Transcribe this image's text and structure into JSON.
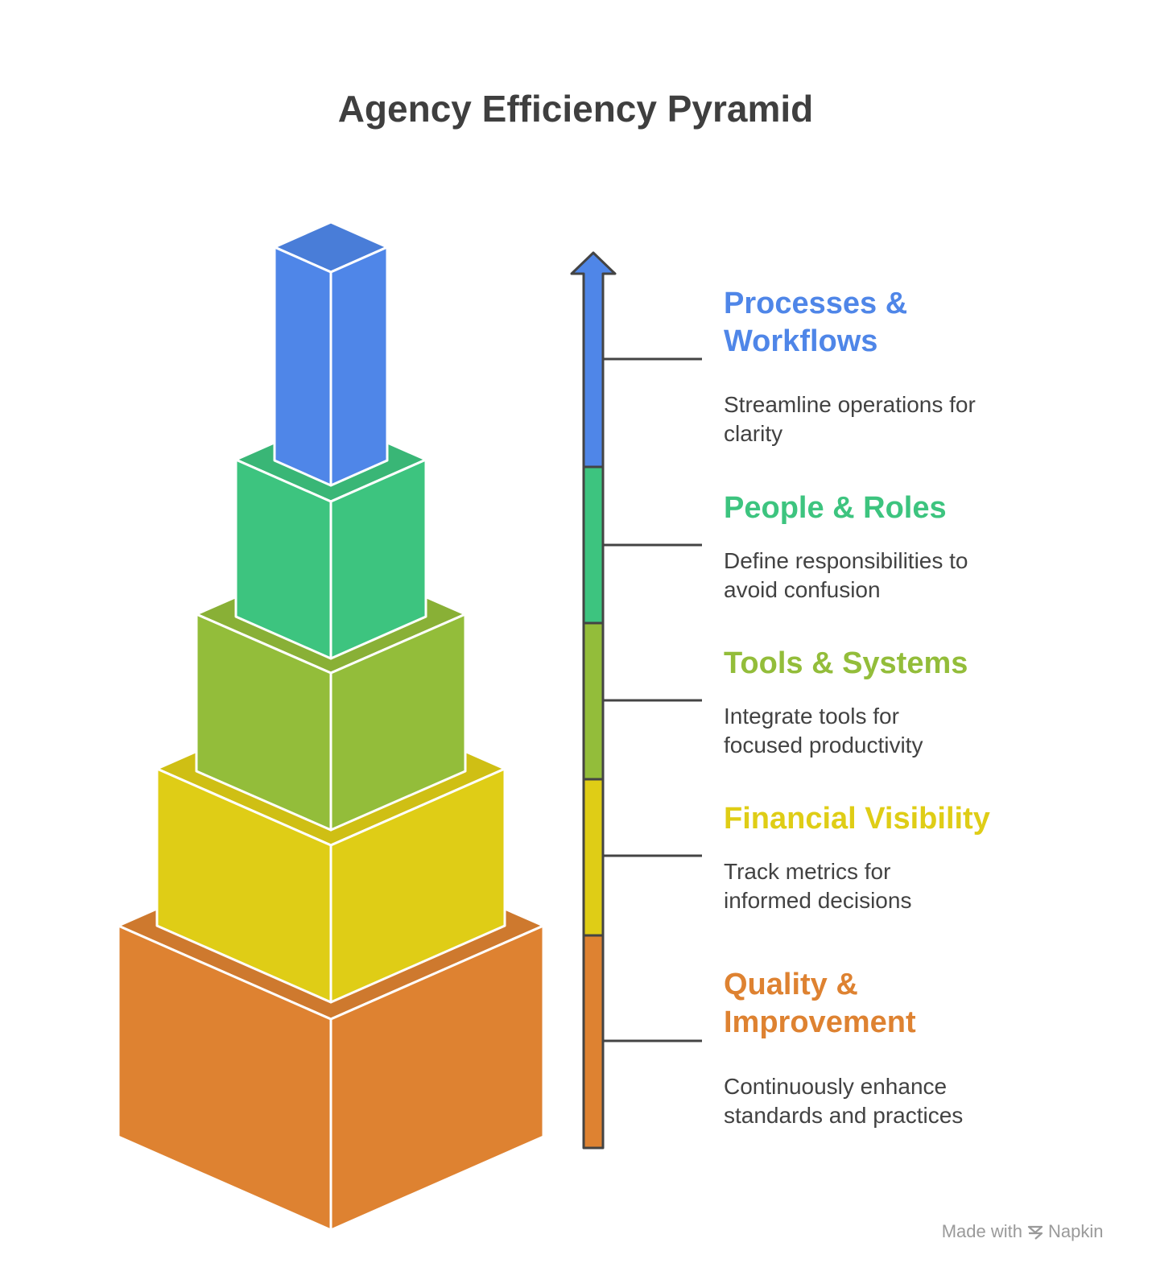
{
  "title": "Agency Efficiency Pyramid",
  "colors": {
    "background": "#ffffff",
    "title_text": "#3f3f3f",
    "description_text": "#424242",
    "stroke_light": "#ffffff",
    "stroke_dark": "#444444",
    "watermark": "#9a9a9a"
  },
  "levels": [
    {
      "title_lines": [
        "Processes &",
        "Workflows"
      ],
      "description_lines": [
        "Streamline operations for",
        "clarity"
      ],
      "color": "#4f86e8"
    },
    {
      "title_lines": [
        "People & Roles"
      ],
      "description_lines": [
        "Define responsibilities to",
        "avoid confusion"
      ],
      "color": "#3dc47f"
    },
    {
      "title_lines": [
        "Tools & Systems"
      ],
      "description_lines": [
        "Integrate tools for",
        "focused productivity"
      ],
      "color": "#93bd3a"
    },
    {
      "title_lines": [
        "Financial Visibility"
      ],
      "description_lines": [
        "Track metrics for",
        "informed decisions"
      ],
      "color": "#dfcd16"
    },
    {
      "title_lines": [
        "Quality &",
        "Improvement"
      ],
      "description_lines": [
        "Continuously enhance",
        "standards and practices"
      ],
      "color": "#de8231"
    }
  ],
  "watermark": {
    "prefix": "Made with",
    "brand": "Napkin",
    "icon": "napkin-logo-icon"
  }
}
